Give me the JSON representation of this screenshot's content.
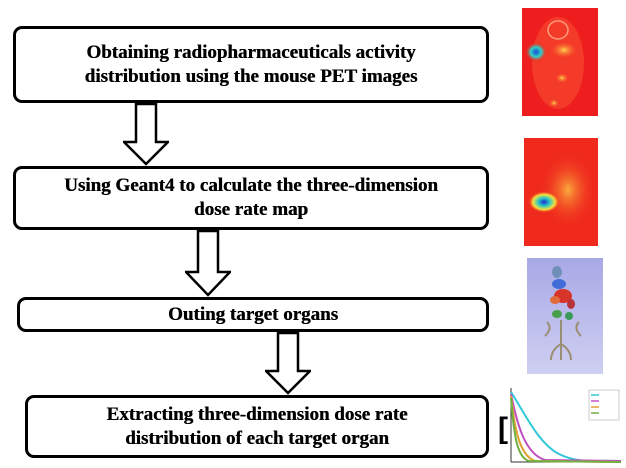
{
  "steps": [
    {
      "lines": [
        "Obtaining radiopharmaceuticals activity",
        "distribution using the mouse PET images"
      ]
    },
    {
      "lines": [
        "Using Geant4 to calculate the three-dimension",
        "dose rate map"
      ]
    },
    {
      "lines": [
        "Outing target organs"
      ]
    },
    {
      "lines": [
        "Extracting three-dimension dose rate",
        "distribution of each target organ"
      ]
    }
  ],
  "side_images": [
    {
      "name": "pet-image-thumbnail",
      "depicts": "mouse PET image"
    },
    {
      "name": "dose-rate-map-thumbnail",
      "depicts": "dose rate map"
    },
    {
      "name": "target-organs-thumbnail",
      "depicts": "segmented target organs"
    },
    {
      "name": "dose-rate-curve-thumbnail",
      "depicts": "dose rate curves"
    }
  ],
  "colors": {
    "border": "#000000",
    "background": "#ffffff"
  }
}
